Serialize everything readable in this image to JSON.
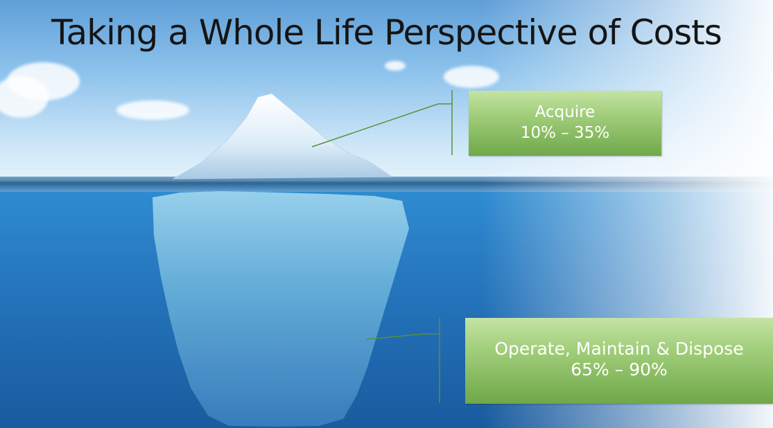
{
  "slide": {
    "title": "Taking a Whole Life Perspective of Costs"
  },
  "callouts": {
    "acquire": {
      "label": "Acquire",
      "range": "10% – 35%"
    },
    "operate": {
      "label": "Operate, Maintain & Dispose",
      "range": "65% – 90%"
    }
  },
  "colors": {
    "box_top": "#c4e3a4",
    "box_bottom": "#6fa84a",
    "connector": "#5b8f3a",
    "sky": "#8ec3ec",
    "sea": "#2b82c8",
    "ice": "#dff1fb"
  }
}
